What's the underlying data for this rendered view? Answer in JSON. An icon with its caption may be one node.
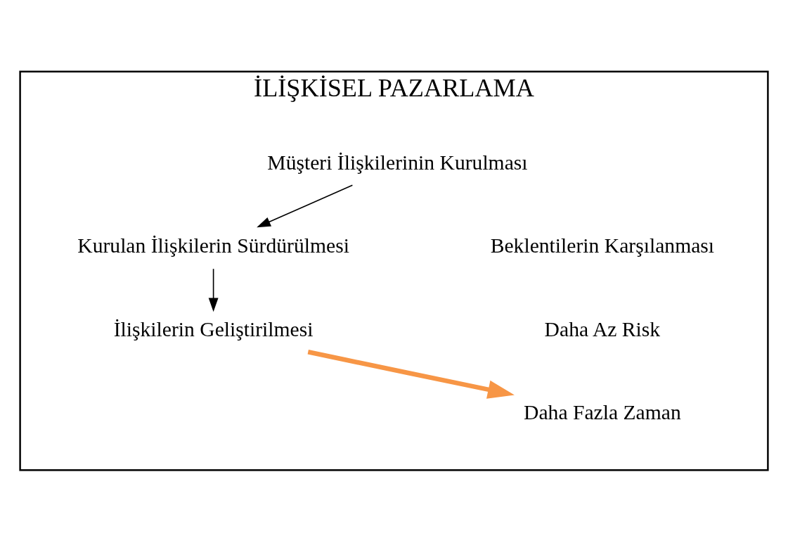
{
  "diagram": {
    "nodes": [
      {
        "text": [
          "İLİŞKİSEL PAZARLAMA"
        ]
      },
      {
        "text": [
          "Müşteri İlişkilerinin Kurulması"
        ],
        "in": 0
      },
      {
        "text": [
          "Kurulan İlişkilerin Sürdürülmesi"
        ],
        "in": 0
      },
      {
        "text": [
          "İlişkilerin Geliştirilmesi"
        ],
        "in": 0
      },
      {
        "text": [
          "Beklentilerin Karşılanması"
        ],
        "in": 0
      },
      {
        "text": [
          "Daha Az Risk"
        ],
        "in": 0
      },
      {
        "text": [
          "Daha Fazla Zaman"
        ],
        "in": 0
      }
    ],
    "edges": [
      {
        "from": 1,
        "to": 2,
        "arrow": "to"
      },
      {
        "from": 2,
        "to": 3,
        "arrow": "to"
      },
      {
        "from": 3,
        "to": 6,
        "arrow": "to",
        "style": "thick",
        "color": "#f79646"
      }
    ]
  }
}
